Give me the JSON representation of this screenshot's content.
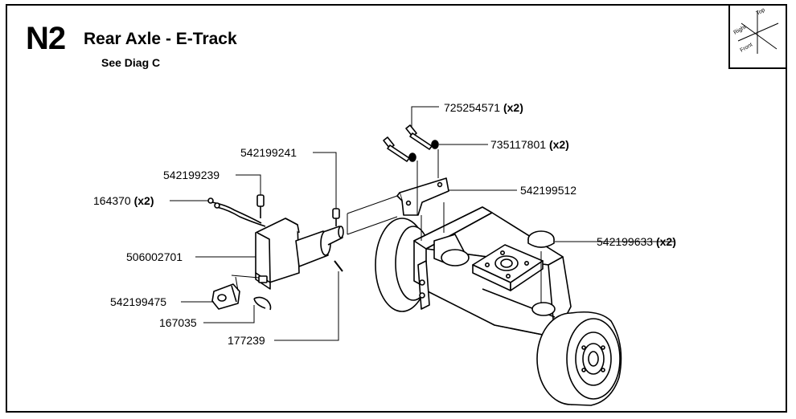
{
  "header": {
    "code": "N2",
    "title": "Rear Axle - E-Track",
    "subtitle": "See Diag C"
  },
  "orientation": {
    "top": "Top",
    "right": "Right",
    "front": "Front"
  },
  "callouts": [
    {
      "id": "725254571",
      "part": "725254571",
      "qty": "(x2)"
    },
    {
      "id": "735117801",
      "part": "735117801",
      "qty": "(x2)"
    },
    {
      "id": "542199241",
      "part": "542199241",
      "qty": ""
    },
    {
      "id": "542199239",
      "part": "542199239",
      "qty": ""
    },
    {
      "id": "542199512",
      "part": "542199512",
      "qty": ""
    },
    {
      "id": "164370",
      "part": "164370",
      "qty": "(x2)"
    },
    {
      "id": "542199633",
      "part": "542199633",
      "qty": "(x2)"
    },
    {
      "id": "506002701",
      "part": "506002701",
      "qty": ""
    },
    {
      "id": "542199475",
      "part": "542199475",
      "qty": ""
    },
    {
      "id": "167035",
      "part": "167035",
      "qty": ""
    },
    {
      "id": "177239",
      "part": "177239",
      "qty": ""
    }
  ]
}
